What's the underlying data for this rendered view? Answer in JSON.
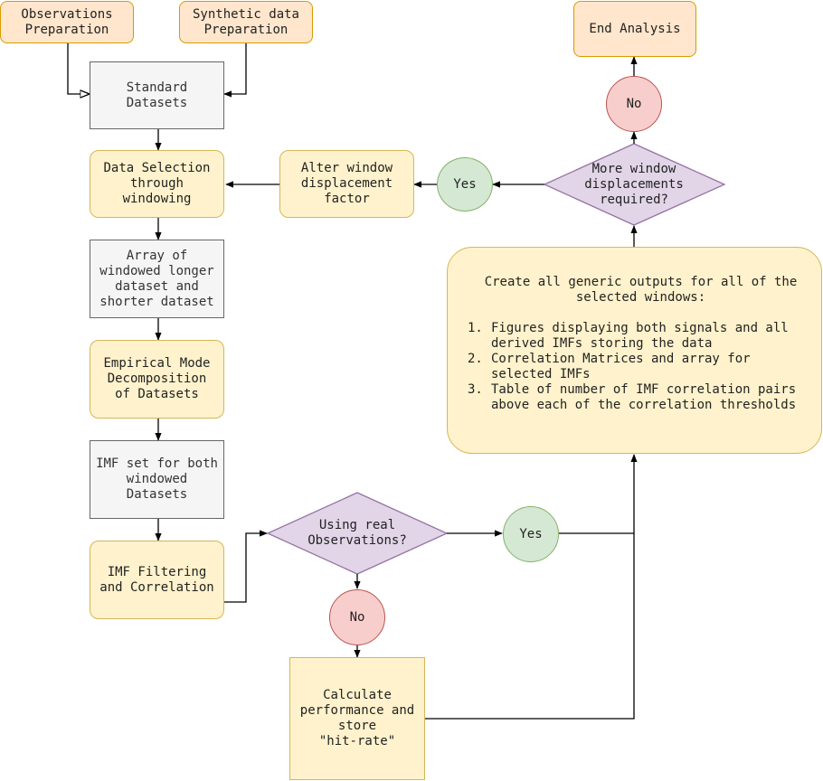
{
  "nodes": {
    "observations_prep": "Observations\nPreparation",
    "synthetic_prep": "Synthetic data\nPreparation",
    "standard_datasets": "Standard\nDatasets",
    "data_selection": "Data Selection\nthrough\nwindowing",
    "array_windowed": "Array of\nwindowed longer\ndataset and\nshorter dataset",
    "emd": "Empirical Mode\nDecomposition\nof Datasets",
    "imf_set": "IMF set for both\nwindowed\nDatasets",
    "imf_filtering": "IMF Filtering\nand Correlation",
    "using_real_obs": "Using real\nObservations?",
    "no_bottom": "No",
    "yes_middle": "Yes",
    "calculate_perf": "Calculate\nperformance and\nstore\n\"hit-rate\"",
    "generic_outputs": {
      "heading": "Create all generic outputs for all of the\nselected windows:",
      "items": [
        {
          "num": "1.",
          "text": "Figures displaying both signals and all derived IMFs storing the data"
        },
        {
          "num": "2.",
          "text": "Correlation Matrices and array for selected IMFs"
        },
        {
          "num": "3.",
          "text": "Table of number of IMF correlation pairs above each of the correlation thresholds"
        }
      ]
    },
    "more_displacements": "More window\ndisplacements\nrequired?",
    "yes_top": "Yes",
    "alter_window": "Alter window\ndisplacement\nfactor",
    "no_top": "No",
    "end_analysis": "End Analysis"
  },
  "colors": {
    "orange_fill": "#ffe6cc",
    "yellow_fill": "#fff2cc",
    "grey_fill": "#f5f5f5",
    "green_fill": "#d5e8d4",
    "red_fill": "#f8cecc",
    "purple_fill": "#e1d5e7",
    "edge": "#000000"
  }
}
